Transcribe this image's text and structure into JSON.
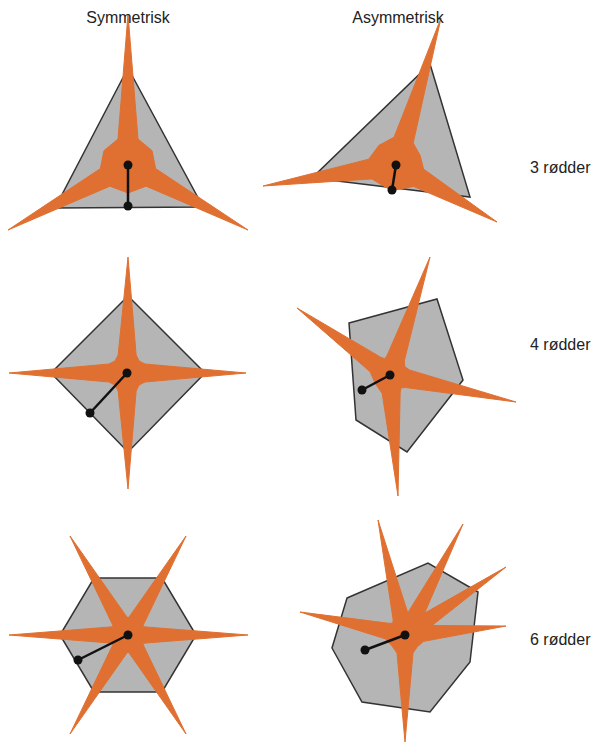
{
  "diagram": {
    "labels": [
      "Symmetrisk",
      "Asymmetrisk",
      "3 rødder",
      "4 rødder",
      "6 rødder"
    ]
  }
}
